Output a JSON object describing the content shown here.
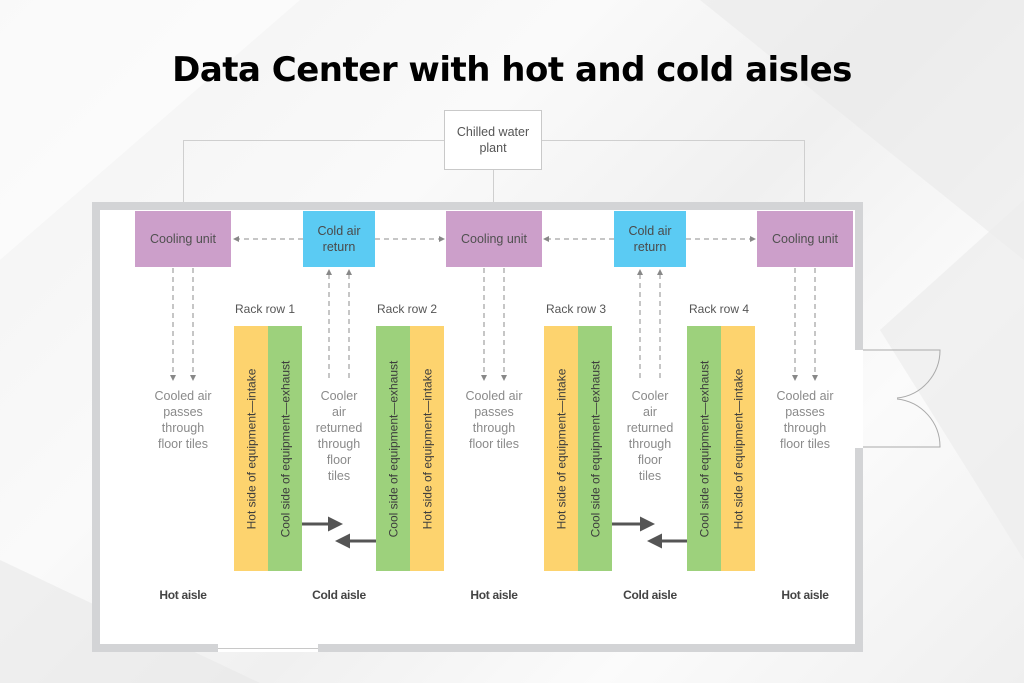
{
  "title": "Data Center with hot and cold aisles",
  "chilled_water_plant": {
    "label_line1": "Chilled water",
    "label_line2": "plant"
  },
  "cooling_units": [
    {
      "label": "Cooling unit"
    },
    {
      "label": "Cooling unit"
    },
    {
      "label": "Cooling unit"
    }
  ],
  "cold_air_returns": [
    {
      "label_line1": "Cold air",
      "label_line2": "return"
    },
    {
      "label_line1": "Cold air",
      "label_line2": "return"
    }
  ],
  "rack_rows": [
    {
      "label": "Rack row 1",
      "left_side": "Hot side of equipment—intake",
      "right_side": "Cool side of equipment—exhaust"
    },
    {
      "label": "Rack row 2",
      "left_side": "Cool side of equipment—exhaust",
      "right_side": "Hot side of equipment—intake"
    },
    {
      "label": "Rack row 3",
      "left_side": "Hot side of equipment—intake",
      "right_side": "Cool side of equipment—exhaust"
    },
    {
      "label": "Rack row 4",
      "left_side": "Cool side of equipment—exhaust",
      "right_side": "Hot side of equipment—intake"
    }
  ],
  "notes": {
    "cooled_air": [
      "Cooled air",
      "passes",
      "through",
      "floor tiles"
    ],
    "cooler_air": [
      "Cooler",
      "air",
      "returned",
      "through",
      "floor",
      "tiles"
    ]
  },
  "aisles": [
    "Hot aisle",
    "Cold aisle",
    "Hot aisle",
    "Cold aisle",
    "Hot aisle"
  ],
  "colors": {
    "cooling_unit": "#cc9fca",
    "cold_air_return": "#5bcbf3",
    "hot_side": "#fdd36e",
    "cool_side": "#9dd17c",
    "wall": "#d3d4d6"
  }
}
